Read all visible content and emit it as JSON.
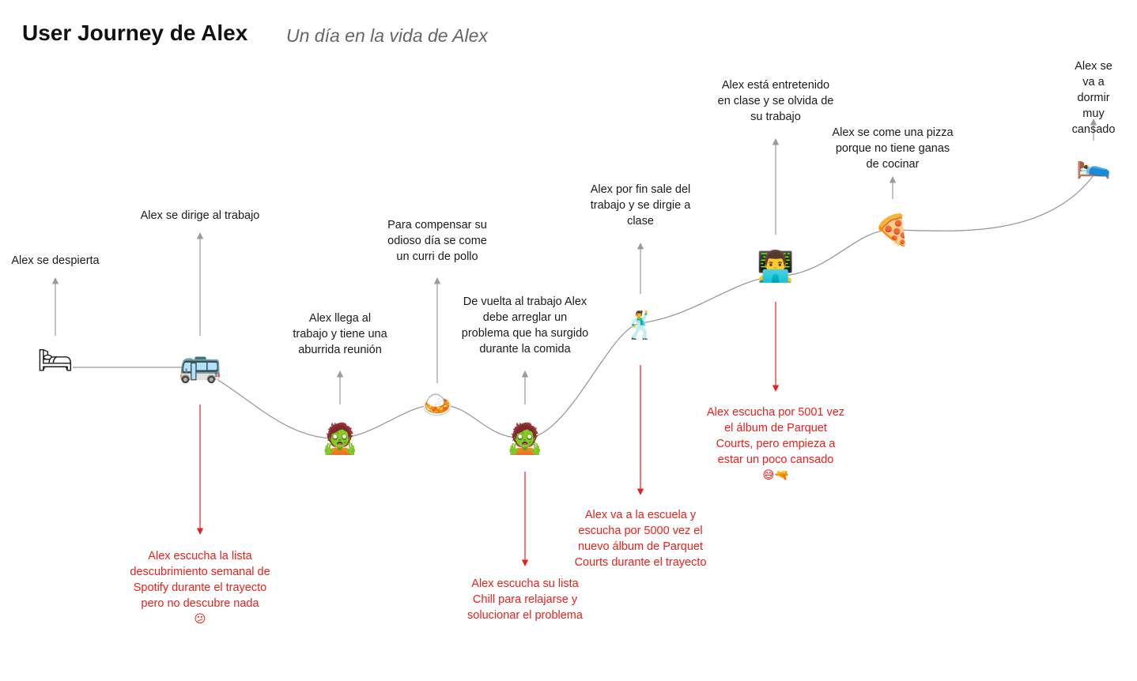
{
  "header": {
    "title": "User Journey de Alex",
    "subtitle": "Un día en la vida de Alex"
  },
  "colors": {
    "curve": "#9a9a9a",
    "up_arrow": "#9a9a9a",
    "down_arrow": "#e8211c",
    "down_text": "#e8211c",
    "up_text": "#1a1a1a"
  },
  "steps": [
    {
      "id": "despierta",
      "icon": "bed-icon",
      "glyph": "🛏",
      "up_text": "Alex se despierta",
      "down_text": ""
    },
    {
      "id": "bus",
      "icon": "bus-icon",
      "glyph": "🚌",
      "up_text": "Alex se dirige al trabajo",
      "down_text": "Alex escucha la lista\ndescubrimiento semanal de\nSpotify  durante el trayecto\npero no descubre nada\n😕"
    },
    {
      "id": "reunion",
      "icon": "zombie-icon",
      "glyph": "🧟",
      "up_text": "Alex llega al\ntrabajo y tiene una\naburrida reunión",
      "down_text": ""
    },
    {
      "id": "curri",
      "icon": "curry-rice-icon",
      "glyph": "🍛",
      "up_text": "Para compensar su\nodioso día se come\nun curri de pollo",
      "down_text": ""
    },
    {
      "id": "problema",
      "icon": "zombie-icon",
      "glyph": "🧟",
      "up_text": "De vuelta al trabajo Alex\ndebe arreglar un\nproblema que ha surgido\ndurante la comida",
      "down_text": "Alex escucha su lista\nChill para relajarse y\nsolucionar el problema"
    },
    {
      "id": "sale",
      "icon": "dancing-man-icon",
      "glyph": "🕺",
      "up_text": "Alex por fin sale del\ntrabajo y se dirgie a\nclase",
      "down_text": "Alex va a la escuela y\nescucha por 5000 vez el\nnuevo álbum de Parquet\nCourts durante el trayecto"
    },
    {
      "id": "clase",
      "icon": "technologist-icon",
      "glyph": "👨‍💻",
      "up_text": "Alex está entretenido\nen clase y se olvida de\nsu trabajo",
      "down_text": "Alex escucha por 5001 vez\nel álbum de Parquet\nCourts, pero empieza a\nestar un poco cansado\n😅🔫"
    },
    {
      "id": "pizza",
      "icon": "pizza-icon",
      "glyph": "🍕",
      "up_text": "Alex se come una pizza\nporque no tiene ganas\nde cocinar",
      "down_text": ""
    },
    {
      "id": "dormir",
      "icon": "sleeping-in-bed-icon",
      "glyph": "🛌",
      "up_text": "Alex se va a\ndormir muy\ncansado",
      "down_text": ""
    }
  ]
}
